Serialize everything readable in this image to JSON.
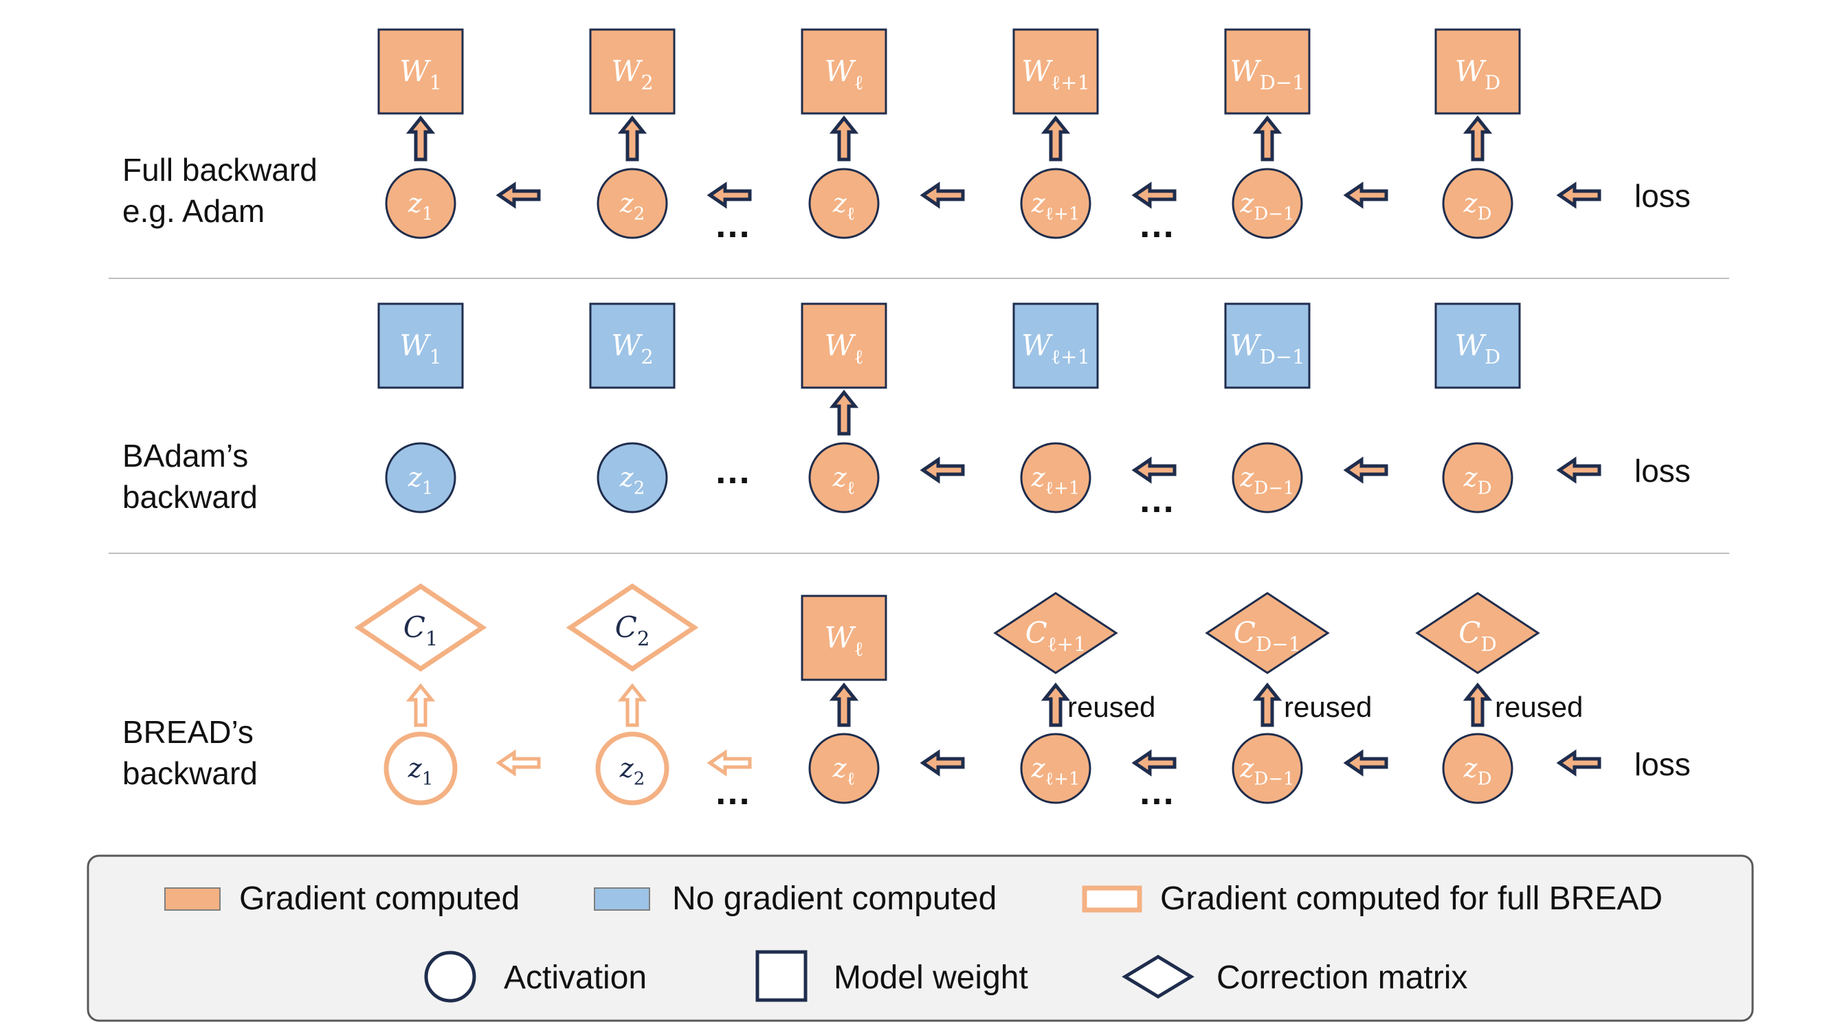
{
  "colors": {
    "orange_fill": "#F4B183",
    "blue_fill": "#9DC3E6",
    "dark_stroke": "#1F2D4D",
    "outline_orange": "#F4B183",
    "node_text_light": "#FFFFFF",
    "node_text_dark": "#1F2D4D",
    "divider": "#BFBFBF",
    "legend_bg": "#F2F2F2",
    "legend_border": "#595959"
  },
  "rows": {
    "full": {
      "label_line1": "Full backward",
      "label_line2": "e.g. Adam",
      "weights": [
        {
          "sym": "W",
          "sub": "1",
          "state": "gradient"
        },
        {
          "sym": "W",
          "sub": "2",
          "state": "gradient"
        },
        {
          "sym": "W",
          "sub": "ℓ",
          "state": "gradient"
        },
        {
          "sym": "W",
          "sub": "ℓ+1",
          "state": "gradient"
        },
        {
          "sym": "W",
          "sub": "D−1",
          "state": "gradient"
        },
        {
          "sym": "W",
          "sub": "D",
          "state": "gradient"
        }
      ],
      "activations": [
        {
          "sym": "z",
          "sub": "1",
          "state": "gradient"
        },
        {
          "sym": "z",
          "sub": "2",
          "state": "gradient"
        },
        {
          "sym": "z",
          "sub": "ℓ",
          "state": "gradient"
        },
        {
          "sym": "z",
          "sub": "ℓ+1",
          "state": "gradient"
        },
        {
          "sym": "z",
          "sub": "D−1",
          "state": "gradient"
        },
        {
          "sym": "z",
          "sub": "D",
          "state": "gradient"
        }
      ],
      "ellipsis": "…",
      "loss": "loss"
    },
    "badam": {
      "label_line1": "BAdam’s",
      "label_line2": "backward",
      "weights": [
        {
          "sym": "W",
          "sub": "1",
          "state": "no-gradient"
        },
        {
          "sym": "W",
          "sub": "2",
          "state": "no-gradient"
        },
        {
          "sym": "W",
          "sub": "ℓ",
          "state": "gradient"
        },
        {
          "sym": "W",
          "sub": "ℓ+1",
          "state": "no-gradient"
        },
        {
          "sym": "W",
          "sub": "D−1",
          "state": "no-gradient"
        },
        {
          "sym": "W",
          "sub": "D",
          "state": "no-gradient"
        }
      ],
      "activations": [
        {
          "sym": "z",
          "sub": "1",
          "state": "no-gradient"
        },
        {
          "sym": "z",
          "sub": "2",
          "state": "no-gradient"
        },
        {
          "sym": "z",
          "sub": "ℓ",
          "state": "gradient"
        },
        {
          "sym": "z",
          "sub": "ℓ+1",
          "state": "gradient"
        },
        {
          "sym": "z",
          "sub": "D−1",
          "state": "gradient"
        },
        {
          "sym": "z",
          "sub": "D",
          "state": "gradient"
        }
      ],
      "ellipsis": "…",
      "loss": "loss"
    },
    "bread": {
      "label_line1": "BREAD’s",
      "label_line2": "backward",
      "tops": [
        {
          "shape": "diamond",
          "sym": "C",
          "sub": "1",
          "state": "full-bread"
        },
        {
          "shape": "diamond",
          "sym": "C",
          "sub": "2",
          "state": "full-bread"
        },
        {
          "shape": "square",
          "sym": "W",
          "sub": "ℓ",
          "state": "gradient"
        },
        {
          "shape": "diamond",
          "sym": "C",
          "sub": "ℓ+1",
          "state": "gradient"
        },
        {
          "shape": "diamond",
          "sym": "C",
          "sub": "D−1",
          "state": "gradient"
        },
        {
          "shape": "diamond",
          "sym": "C",
          "sub": "D",
          "state": "gradient"
        }
      ],
      "activations": [
        {
          "sym": "z",
          "sub": "1",
          "state": "full-bread"
        },
        {
          "sym": "z",
          "sub": "2",
          "state": "full-bread"
        },
        {
          "sym": "z",
          "sub": "ℓ",
          "state": "gradient"
        },
        {
          "sym": "z",
          "sub": "ℓ+1",
          "state": "gradient"
        },
        {
          "sym": "z",
          "sub": "D−1",
          "state": "gradient"
        },
        {
          "sym": "z",
          "sub": "D",
          "state": "gradient"
        }
      ],
      "reused": "reused",
      "ellipsis": "…",
      "loss": "loss"
    }
  },
  "legend": {
    "gradient": "Gradient computed",
    "no_gradient": "No gradient computed",
    "full_bread": "Gradient computed for full BREAD",
    "activation": "Activation",
    "model_weight": "Model weight",
    "correction": "Correction matrix"
  }
}
